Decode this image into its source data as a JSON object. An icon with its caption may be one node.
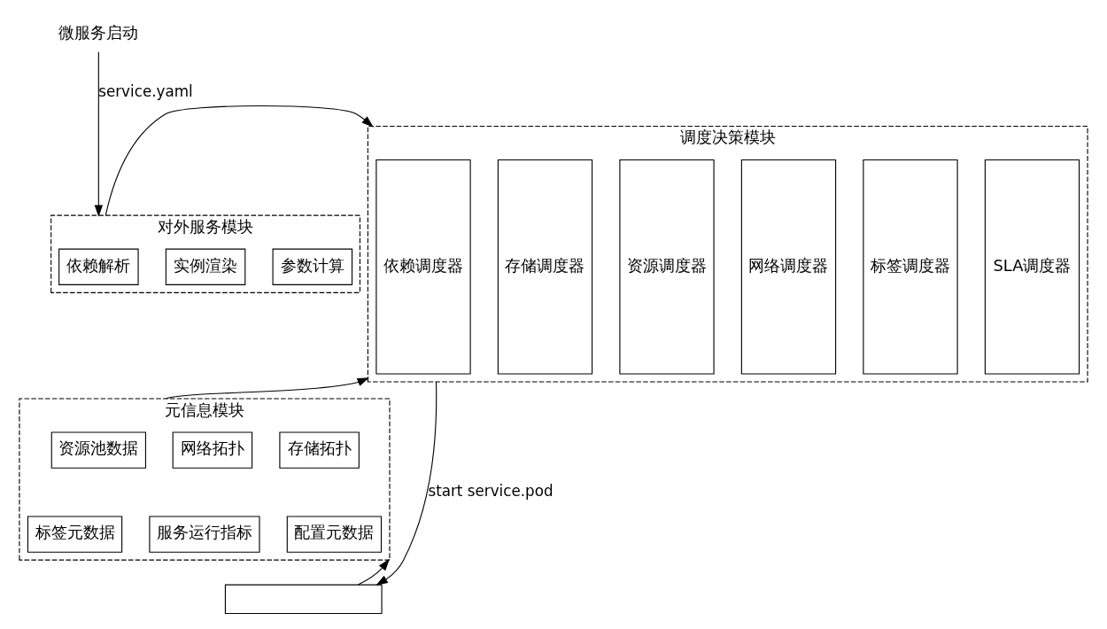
{
  "diagram": {
    "nodes": [
      {
        "text": [
          "微服务启动"
        ]
      },
      {
        "text": [
          "对外服务模块"
        ]
      },
      {
        "text": [
          "依赖解析"
        ],
        "in": 1
      },
      {
        "text": [
          "实例渲染"
        ],
        "in": 1
      },
      {
        "text": [
          "参数计算"
        ],
        "in": 1
      },
      {
        "text": [
          "元信息模块"
        ]
      },
      {
        "text": [
          "资源池数据"
        ],
        "in": 5
      },
      {
        "text": [
          "网络拓扑"
        ],
        "in": 5
      },
      {
        "text": [
          "存储拓扑"
        ],
        "in": 5
      },
      {
        "text": [
          "标签元数据"
        ],
        "in": 5
      },
      {
        "text": [
          "服务运行指标"
        ],
        "in": 5
      },
      {
        "text": [
          "配置元数据"
        ],
        "in": 5
      },
      {
        "text": [
          "调度决策模块"
        ]
      },
      {
        "text": [
          "依赖调度器"
        ],
        "in": 12
      },
      {
        "text": [
          "存储调度器"
        ],
        "in": 12
      },
      {
        "text": [
          "资源调度器"
        ],
        "in": 12
      },
      {
        "text": [
          "网络调度器"
        ],
        "in": 12
      },
      {
        "text": [
          "标签调度器"
        ],
        "in": 12
      },
      {
        "text": [
          "SLA调度器"
        ],
        "in": 12
      },
      {
        "text": [],
        "shape": "box"
      }
    ],
    "edges": [
      {
        "from": 0,
        "to": 1,
        "arrow": "to",
        "label": "service.yaml"
      },
      {
        "from": 1,
        "to": 12,
        "arrow": "to"
      },
      {
        "from": 5,
        "to": 12,
        "arrow": "to"
      },
      {
        "from": 19,
        "to": 5,
        "arrow": "to"
      },
      {
        "from": 12,
        "to": 19,
        "arrow": "to",
        "label": "start service.pod"
      }
    ]
  }
}
